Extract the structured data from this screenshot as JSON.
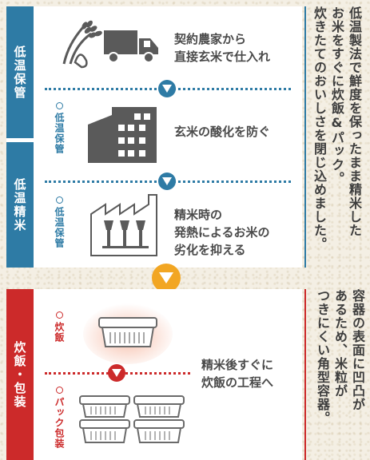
{
  "stages": {
    "low_temp_storage": {
      "label": "低温保管",
      "color": "#2e7ba5"
    },
    "low_temp_polishing": {
      "label": "低温精米",
      "color": "#2e7ba5",
      "sub_label": "低温保管"
    },
    "cooking_packaging": {
      "label": "炊飯・包装",
      "color": "#cc2a2a"
    }
  },
  "steps": {
    "contract": {
      "line1": "契約農家から",
      "line2": "直接玄米で仕入れ",
      "icons": [
        "rice-plant-icon",
        "truck-icon"
      ]
    },
    "oxidation": {
      "sub_label": "低温保管",
      "text": "玄米の酸化を防ぐ",
      "icon": "warehouse-icon"
    },
    "polishing": {
      "sub_label": "低温保管",
      "line1": "精米時の",
      "line2": "発熱によるお米の",
      "line3": "劣化を抑える",
      "icon": "factory-icon"
    },
    "cooking": {
      "sub_label": "炊飯",
      "icon": "rice-tray-icon"
    },
    "packing": {
      "sub_label": "パック包装",
      "icon": "stacked-trays-icon"
    },
    "process_note": {
      "line1": "精米後すぐに",
      "line2": "炊飯の工程へ"
    }
  },
  "side_notes": {
    "blue": {
      "color": "#2e7ba5",
      "lines": [
        "低温製法で鮮度を保ったまま精米した",
        "お米をすぐに炊飯&パック。",
        "炊きたてのおいしさを閉じ込めました。"
      ]
    },
    "red": {
      "color": "#cc2a2a",
      "lines": [
        "容器の表面に凹凸が",
        "あるため、米粒が",
        "つきにくい角型容器。"
      ]
    }
  },
  "colors": {
    "arrow_blue": "#2e7ba5",
    "arrow_orange": "#f2a623",
    "arrow_red": "#cc2a2a",
    "icon_gray": "#5a5a5a"
  }
}
